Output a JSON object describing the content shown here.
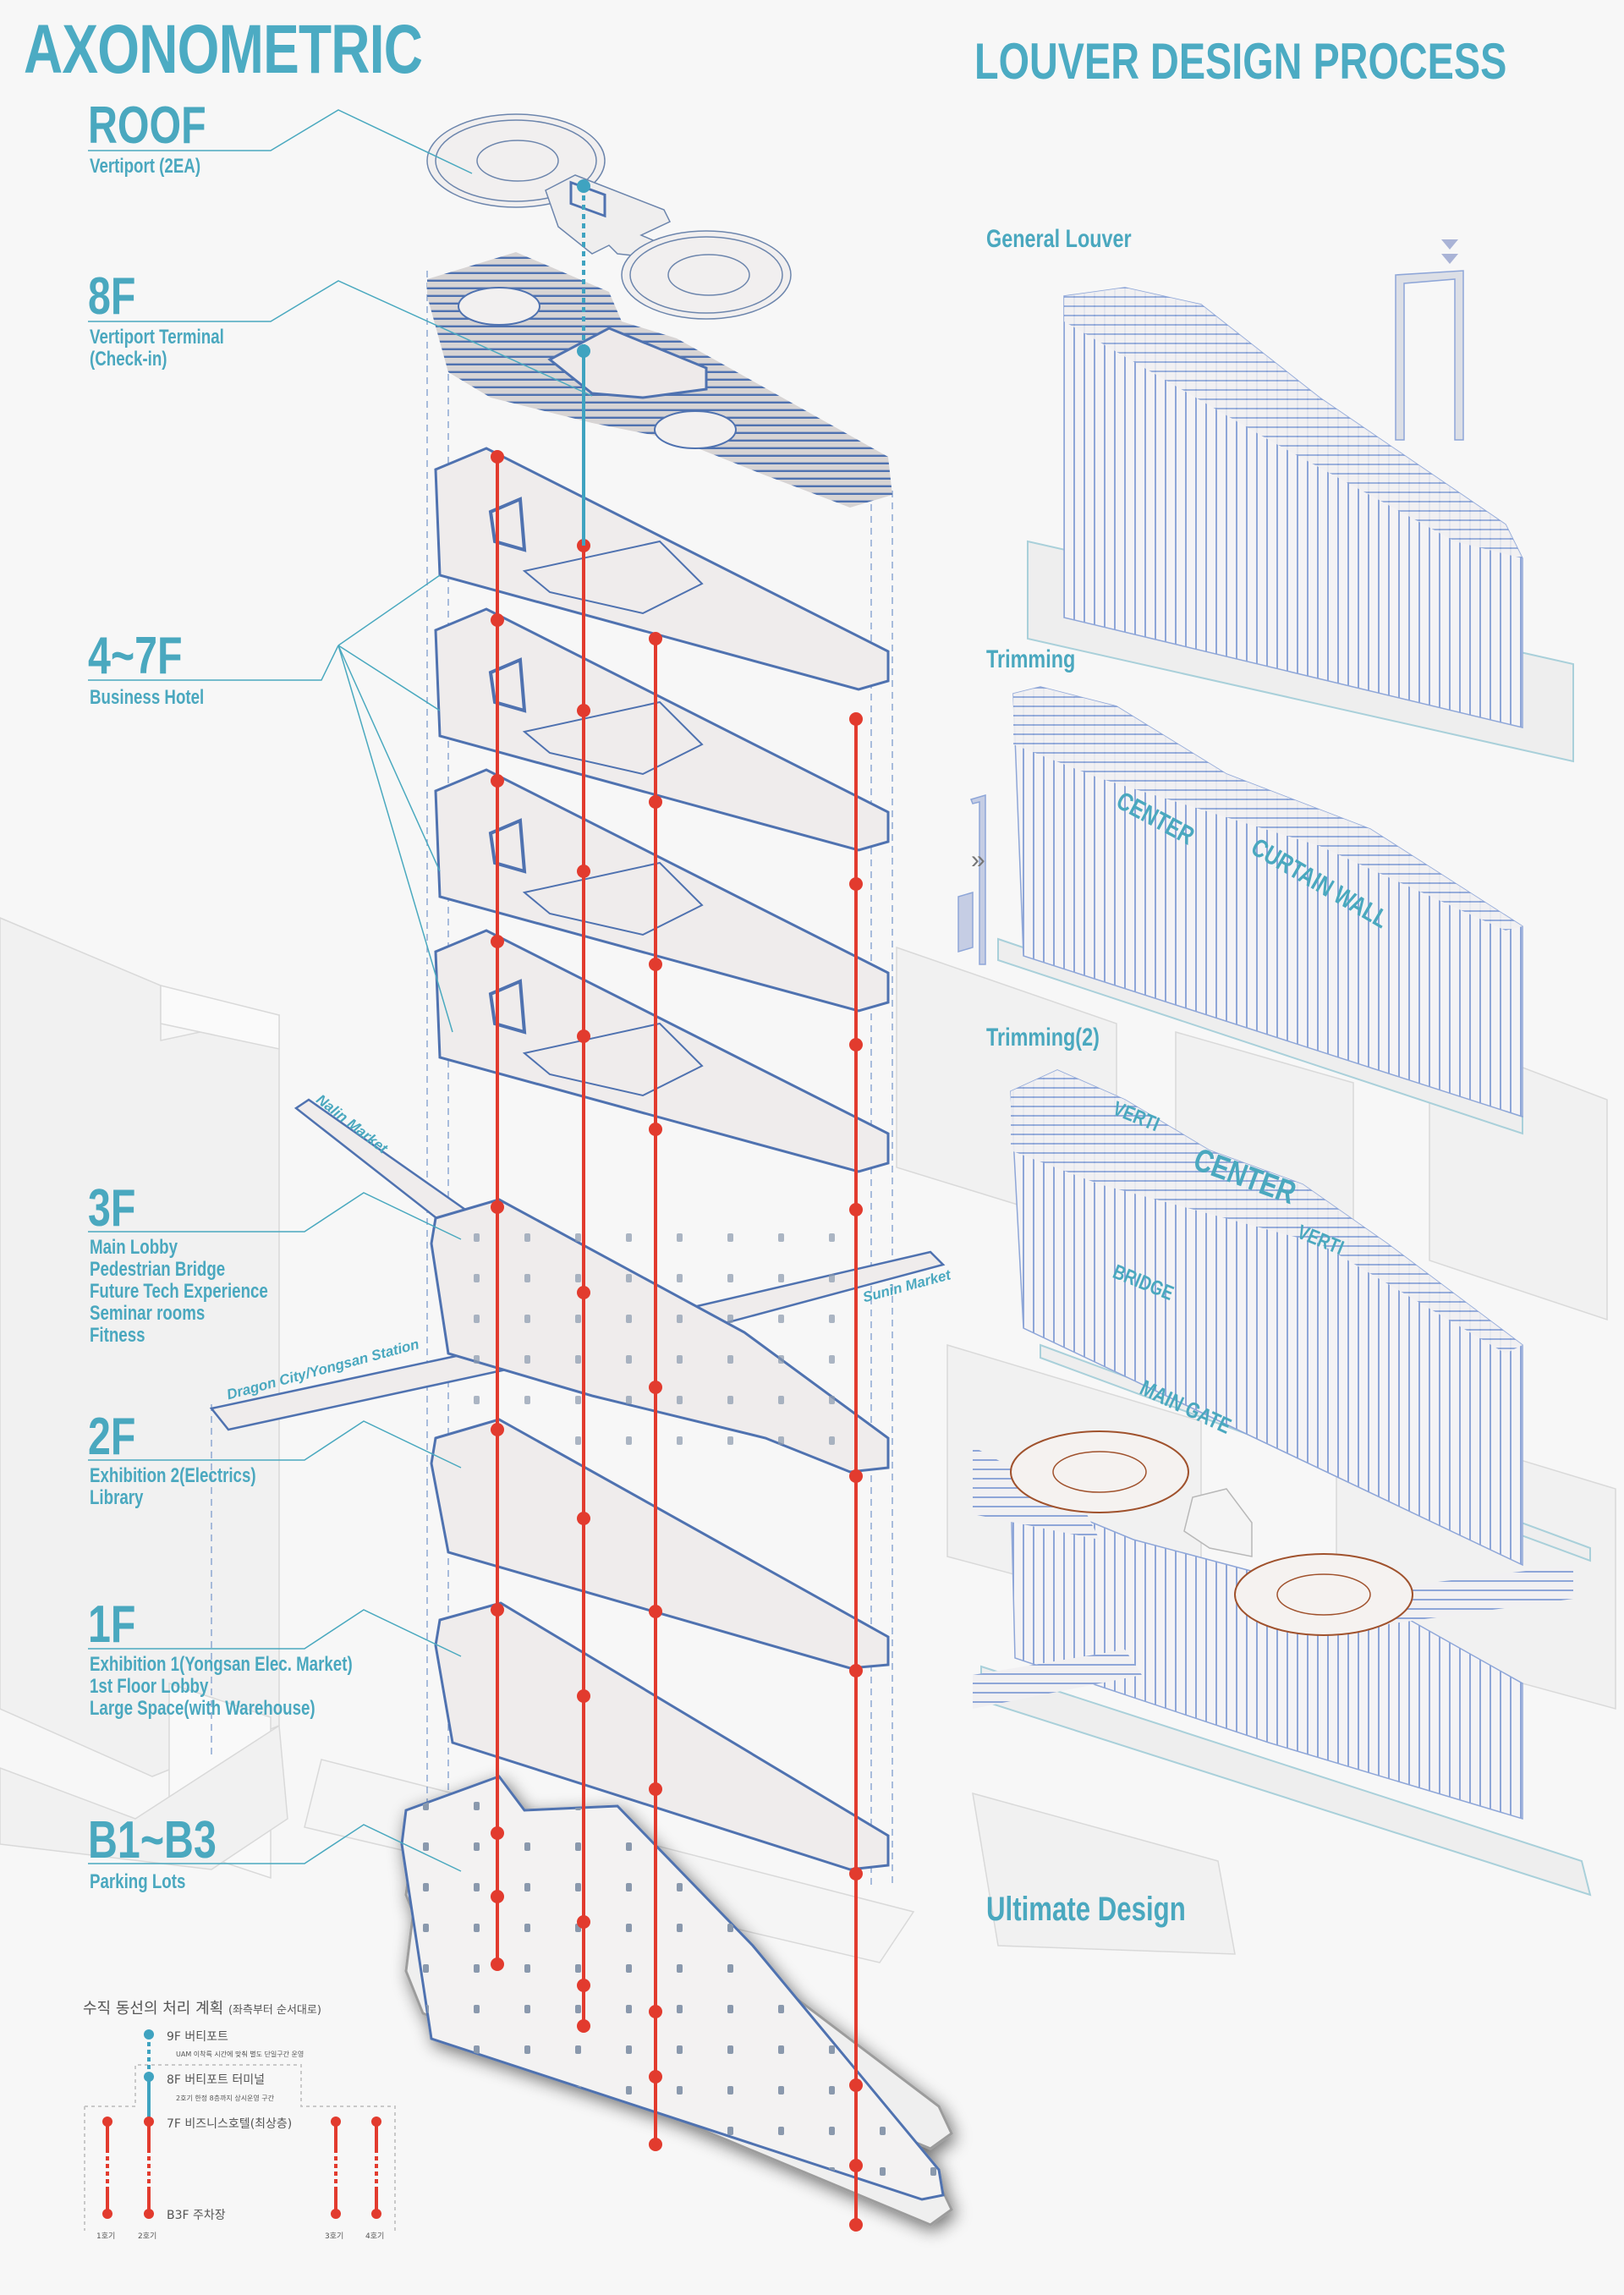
{
  "titles": {
    "left": "AXONOMETRIC",
    "right": "LOUVER DESIGN PROCESS"
  },
  "floors": [
    {
      "id": "roof",
      "label": "ROOF",
      "desc": [
        "Vertiport (2EA)"
      ]
    },
    {
      "id": "8f",
      "label": "8F",
      "desc": [
        "Vertiport Terminal",
        "(Check-in)"
      ]
    },
    {
      "id": "4-7f",
      "label": "4~7F",
      "desc": [
        "Business Hotel"
      ]
    },
    {
      "id": "3f",
      "label": "3F",
      "desc": [
        "Main Lobby",
        "Pedestrian Bridge",
        "Future Tech Experience",
        "Seminar rooms",
        "Fitness"
      ]
    },
    {
      "id": "2f",
      "label": "2F",
      "desc": [
        "Exhibition 2(Electrics)",
        "Library"
      ]
    },
    {
      "id": "1f",
      "label": "1F",
      "desc": [
        "Exhibition 1(Yongsan Elec. Market)",
        "1st Floor Lobby",
        "Large Space(with Warehouse)"
      ]
    },
    {
      "id": "b1-b3",
      "label": "B1~B3",
      "desc": [
        "Parking Lots"
      ]
    }
  ],
  "bridges": {
    "nalin": "Nalin Market",
    "sunin": "Sunin Market",
    "dragon": "Dragon City/Yongsan Station"
  },
  "louver_steps": [
    {
      "label": "General Louver"
    },
    {
      "label": "Trimming",
      "annotations": [
        "CENTER",
        "CURTAIN WALL"
      ]
    },
    {
      "label": "Trimming(2)",
      "annotations": [
        "VERTI",
        "CENTER",
        "VERTI",
        "BRIDGE",
        "MAIN GATE"
      ]
    },
    {
      "label": "Ultimate Design"
    }
  ],
  "circulation": {
    "title": "수직 동선의 처리 계획",
    "subtitle": "(좌측부터 순서대로)",
    "stops": {
      "f9": "9F 버티포트",
      "note_uam": "UAM 이착륙 시간에 맞춰 별도 단일구간 운영",
      "f8": "8F 버티포트 터미널",
      "note_e2": "2호기 한정 8층까지 상시운영 구간",
      "f7": "7F 비즈니스호텔(최상층)",
      "b3": "B3F 주차장"
    },
    "elevators": [
      "1호기",
      "2호기",
      "3호기",
      "4호기"
    ]
  },
  "colors": {
    "accent": "#4aa9bf",
    "elevator_red": "#e23b2e",
    "vertiport_teal": "#3fa3c0",
    "structure_blue": "#4f72b0",
    "louver_blue": "#8ea6d8",
    "slab": "#efecea",
    "copper": "#a0522d"
  },
  "icons": {
    "arrows": "double-chevron-right-icon",
    "down": "double-triangle-down-icon"
  }
}
